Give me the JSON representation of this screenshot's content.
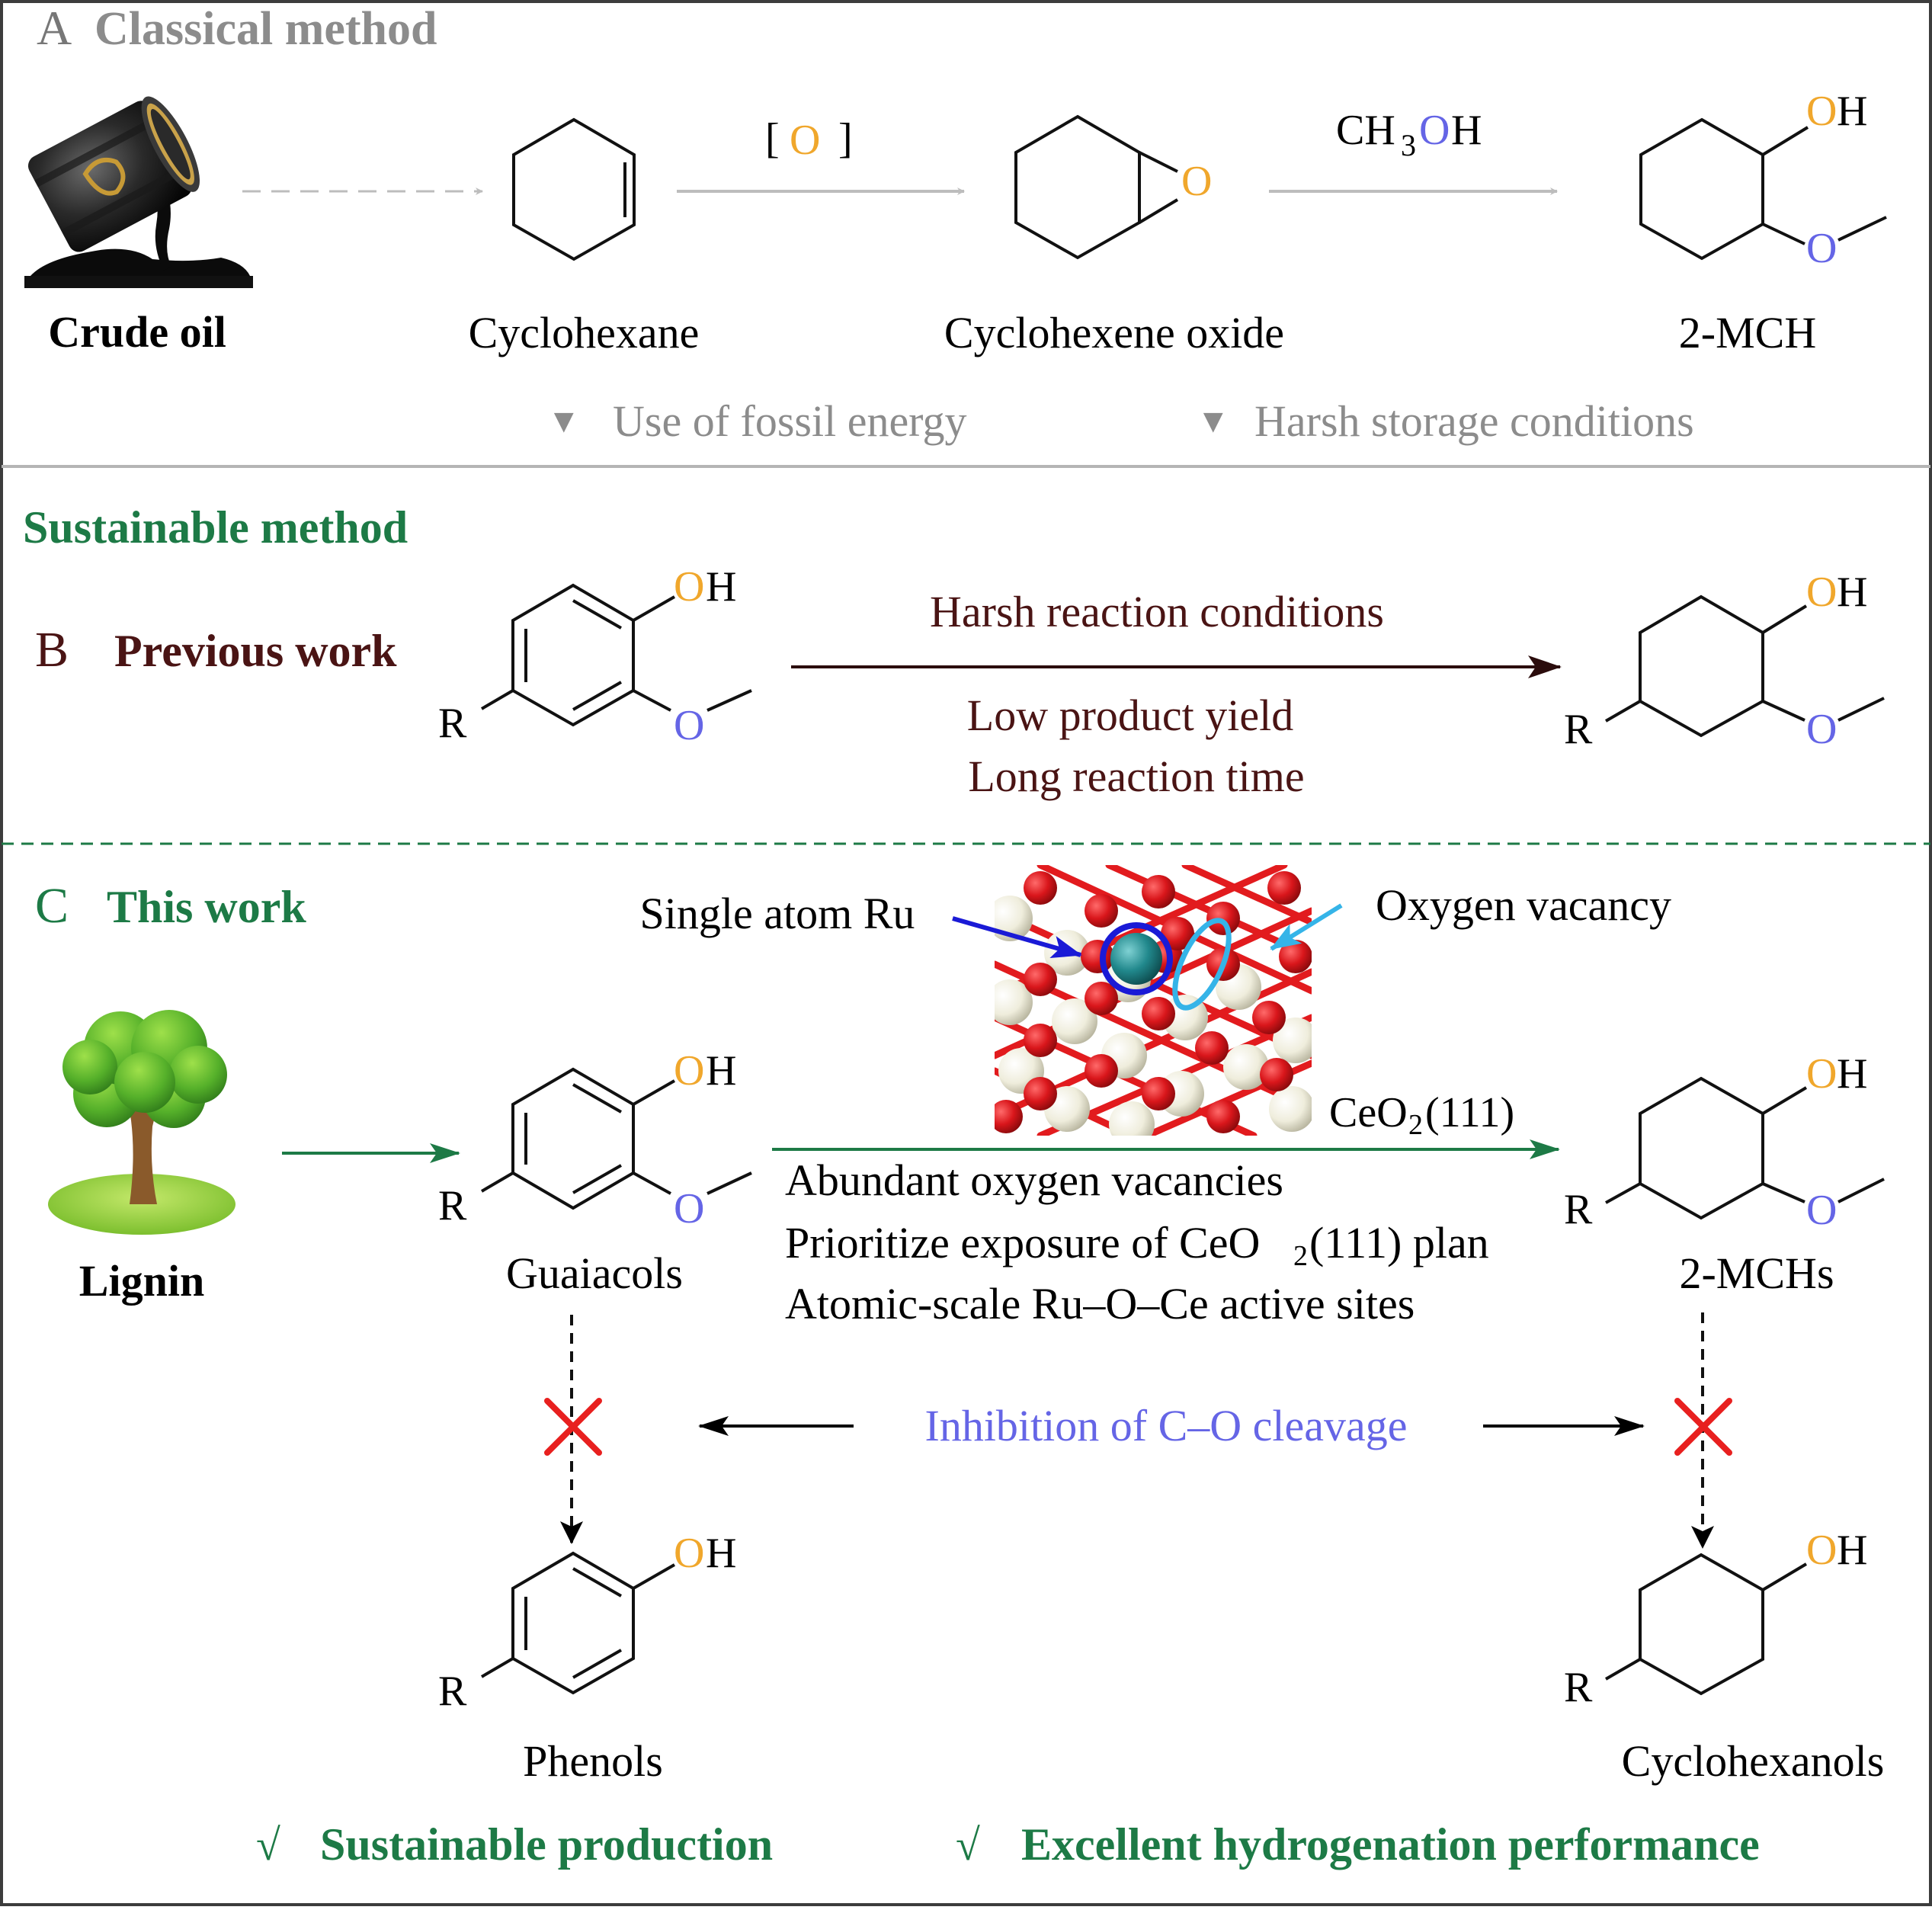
{
  "panel_a": {
    "letter": "A",
    "title": "Classical method",
    "crude_oil": "Crude oil",
    "reagent_o_left": "[",
    "reagent_o_mid": "O",
    "reagent_o_right": "]",
    "methanol_main": "CH",
    "methanol_sub": "3",
    "methanol_o": "O",
    "methanol_h": "H",
    "cyclohexane": "Cyclohexane",
    "cyclohexene_oxide": "Cyclohexene oxide",
    "product": "2-MCH",
    "epoxide_o": "O",
    "oh_o": "O",
    "oh_h": "H",
    "ome_o": "O",
    "drawback_marker": "▼",
    "drawback_1": "Use of fossil energy",
    "drawback_2": "Harsh storage conditions"
  },
  "sustainable_title": "Sustainable method",
  "panel_b": {
    "letter": "B",
    "title": "Previous work",
    "condition_top": "Harsh reaction conditions",
    "condition_mid": "Low product yield",
    "condition_bottom": "Long reaction time",
    "r": "R",
    "oh_o": "O",
    "oh_h": "H",
    "ome_o": "O"
  },
  "panel_c": {
    "letter": "C",
    "title": "This work",
    "lignin": "Lignin",
    "guaiacols": "Guaiacols",
    "mchs": "2-MCHs",
    "phenols": "Phenols",
    "cyclohexanols": "Cyclohexanols",
    "single_atom": "Single atom Ru",
    "vacancy": "Oxygen vacancy",
    "ceo2_ce": "CeO",
    "ceo2_sub": "2",
    "ceo2_facet": "(111)",
    "feature_1": "Abundant oxygen vacancies",
    "feature_2_a": "Prioritize exposure of CeO",
    "feature_2_sub": "2",
    "feature_2_b": "(111) plan",
    "feature_3": "Atomic-scale Ru–O–Ce active sites",
    "inhibition": "Inhibition of C–O cleavage",
    "benefit_mark": "√",
    "benefit_1": "Sustainable production",
    "benefit_2": "Excellent hydrogenation performance",
    "r": "R",
    "oh_o": "O",
    "oh_h": "H",
    "ome_o": "O"
  },
  "colors": {
    "green": "#1d7a46",
    "maroon": "#4a1414",
    "oxygen_orange": "#f0a72c",
    "oxygen_blue": "#6565e6",
    "gray_text": "#8c8c8c",
    "red_cross": "#e8201f",
    "ru_arrow": "#1a1ad6",
    "vacancy_arrow": "#35b4e8",
    "ce_atom": "#efeddc",
    "o_atom": "#d9161b",
    "ru_atom": "#21888c"
  }
}
